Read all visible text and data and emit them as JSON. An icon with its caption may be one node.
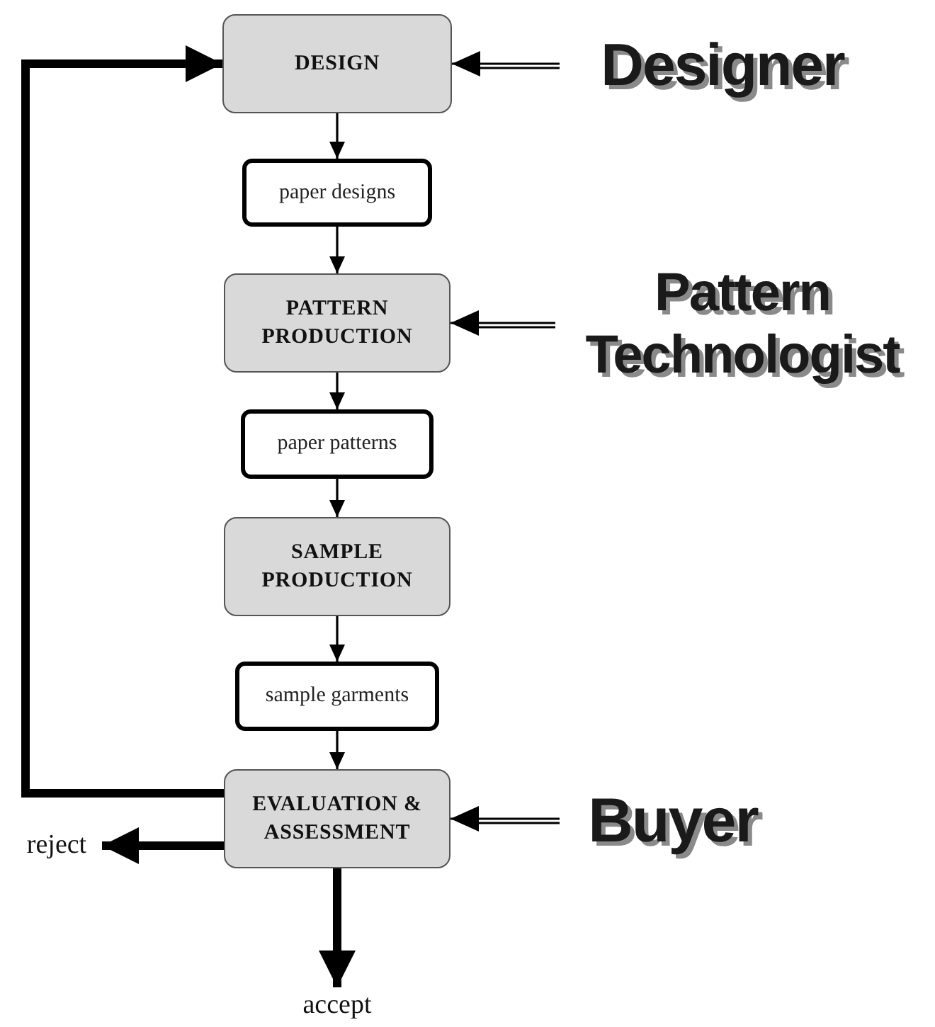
{
  "diagram": {
    "nodes": [
      {
        "text": [
          "DESIGN"
        ]
      },
      {
        "text": [
          "paper designs"
        ]
      },
      {
        "text": [
          "PATTERN PRODUCTION"
        ]
      },
      {
        "text": [
          "paper patterns"
        ]
      },
      {
        "text": [
          "SAMPLE PRODUCTION"
        ]
      },
      {
        "text": [
          "sample garments"
        ]
      },
      {
        "text": [
          "EVALUATION & ASSESSMENT"
        ]
      },
      {
        "text": [
          "Designer"
        ]
      },
      {
        "text": [
          "Pattern Technologist"
        ]
      },
      {
        "text": [
          "Buyer"
        ]
      },
      {
        "text": [
          "reject"
        ]
      },
      {
        "text": [
          "accept"
        ]
      }
    ],
    "edges": [
      {
        "from": 0,
        "to": 1,
        "arrow": "to"
      },
      {
        "from": 1,
        "to": 2,
        "arrow": "to"
      },
      {
        "from": 2,
        "to": 3,
        "arrow": "to"
      },
      {
        "from": 3,
        "to": 4,
        "arrow": "to"
      },
      {
        "from": 4,
        "to": 5,
        "arrow": "to"
      },
      {
        "from": 5,
        "to": 6,
        "arrow": "to"
      },
      {
        "from": 7,
        "to": 0,
        "arrow": "to"
      },
      {
        "from": 8,
        "to": 2,
        "arrow": "to"
      },
      {
        "from": 9,
        "to": 6,
        "arrow": "to"
      },
      {
        "from": 6,
        "to": 0,
        "arrow": "to",
        "style": "thick"
      },
      {
        "from": 6,
        "to": 10,
        "arrow": "to",
        "style": "thick"
      },
      {
        "from": 6,
        "to": 11,
        "arrow": "to",
        "style": "thick"
      }
    ]
  }
}
